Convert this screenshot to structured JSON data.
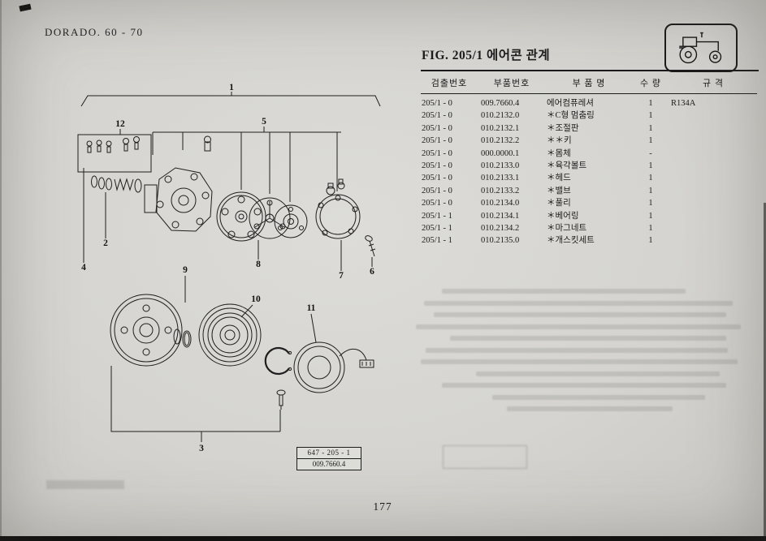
{
  "page": {
    "model_header": "DORADO. 60 - 70",
    "page_number": "177"
  },
  "figure": {
    "title": "FIG. 205/1 에어콘 관계",
    "callouts": {
      "c1": "1",
      "c12": "12",
      "c5": "5",
      "c2": "2",
      "c4": "4",
      "c9": "9",
      "c8": "8",
      "c7": "7",
      "c6": "6",
      "c10": "10",
      "c11": "11",
      "c3": "3"
    },
    "ref_box": {
      "line1": "647 - 205 - 1",
      "line2": "009.7660.4"
    }
  },
  "table": {
    "headers": {
      "ref": "검출번호",
      "part_no": "부품번호",
      "name": "부 품 명",
      "qty": "수 량",
      "spec": "규 격"
    },
    "rows": [
      {
        "ref": "205/1 - 0",
        "part_no": "009.7660.4",
        "name": "에어컴퓨레셔",
        "qty": "1",
        "spec": "R134A"
      },
      {
        "ref": "205/1 - 0",
        "part_no": "010.2132.0",
        "name": "＊C형 멈춤링",
        "qty": "1",
        "spec": ""
      },
      {
        "ref": "205/1 - 0",
        "part_no": "010.2132.1",
        "name": "＊조절판",
        "qty": "1",
        "spec": ""
      },
      {
        "ref": "205/1 - 0",
        "part_no": "010.2132.2",
        "name": "＊＊키",
        "qty": "1",
        "spec": ""
      },
      {
        "ref": "205/1 - 0",
        "part_no": "000.0000.1",
        "name": "＊몸체",
        "qty": "-",
        "spec": ""
      },
      {
        "ref": "205/1 - 0",
        "part_no": "010.2133.0",
        "name": "＊육각볼트",
        "qty": "1",
        "spec": ""
      },
      {
        "ref": "205/1 - 0",
        "part_no": "010.2133.1",
        "name": "＊헤드",
        "qty": "1",
        "spec": ""
      },
      {
        "ref": "205/1 - 0",
        "part_no": "010.2133.2",
        "name": "＊밸브",
        "qty": "1",
        "spec": ""
      },
      {
        "ref": "205/1 - 0",
        "part_no": "010.2134.0",
        "name": "＊풀리",
        "qty": "1",
        "spec": ""
      },
      {
        "ref": "205/1 - 1",
        "part_no": "010.2134.1",
        "name": "＊베어링",
        "qty": "1",
        "spec": ""
      },
      {
        "ref": "205/1 - 1",
        "part_no": "010.2134.2",
        "name": "＊마그네트",
        "qty": "1",
        "spec": ""
      },
      {
        "ref": "205/1 - 1",
        "part_no": "010.2135.0",
        "name": "＊개스킷세트",
        "qty": "1",
        "spec": ""
      }
    ]
  }
}
